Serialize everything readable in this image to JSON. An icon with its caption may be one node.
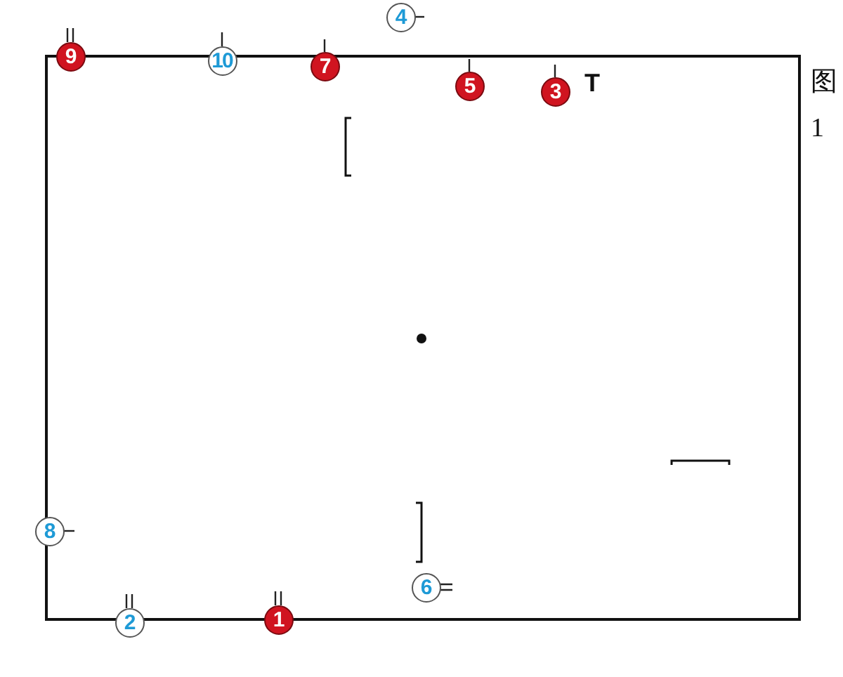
{
  "diagram": {
    "caption": "图1",
    "nodes": [
      {
        "text": [
          "4"
        ]
      },
      {
        "text": [
          "9"
        ]
      },
      {
        "text": [
          "10"
        ]
      },
      {
        "text": [
          "7"
        ]
      },
      {
        "text": [
          "5"
        ]
      },
      {
        "text": [
          "3"
        ]
      },
      {
        "text": [
          "8"
        ]
      },
      {
        "text": [
          "6"
        ]
      },
      {
        "text": [
          "2"
        ]
      },
      {
        "text": [
          "1"
        ]
      }
    ],
    "labels": [
      "T"
    ]
  }
}
